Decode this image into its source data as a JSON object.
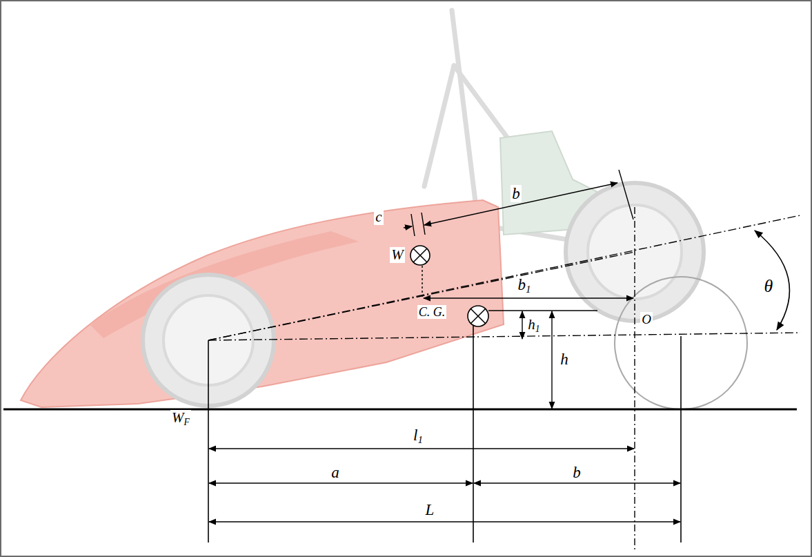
{
  "diagram": {
    "labels": [
      "b",
      "c",
      "W",
      "b1",
      "θ",
      "C. G.",
      "h1",
      "O",
      "h",
      "WF",
      "l1",
      "a",
      "b",
      "L"
    ]
  }
}
